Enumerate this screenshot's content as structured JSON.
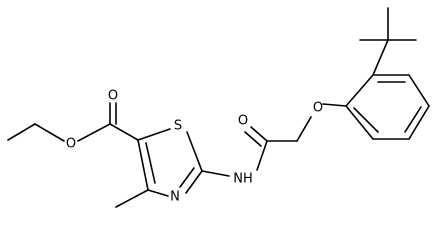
{
  "molecule": {
    "atoms": {
      "o_ester_carbonyl": "O",
      "o_ester_ether": "O",
      "s_thiazole": "S",
      "n_thiazole": "N",
      "nh_amide": "NH",
      "o_amide": "O",
      "o_ether": "O"
    },
    "colors": {
      "bond": "#000000",
      "label": "#000000",
      "background": "#ffffff"
    }
  }
}
